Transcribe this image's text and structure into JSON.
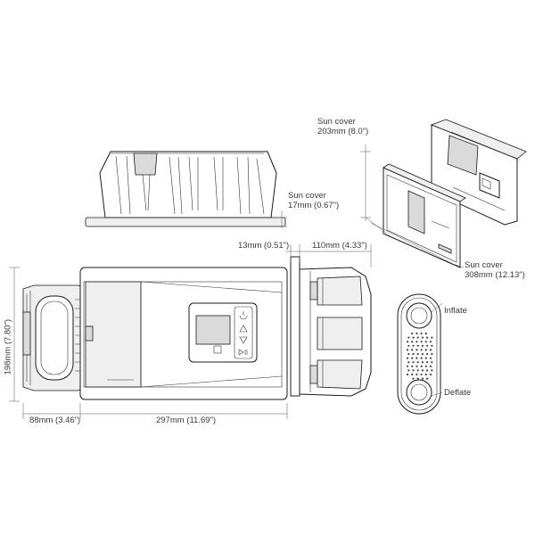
{
  "labels": {
    "sun_cover_203_title": "Sun cover",
    "sun_cover_203_value": "203mm (8.0\")",
    "sun_cover_17_title": "Sun cover",
    "sun_cover_17_value": "17mm (0.67\")",
    "dim_13": "13mm (0.51\")",
    "dim_110": "110mm (4.33\")",
    "sun_cover_308_title": "Sun cover",
    "sun_cover_308_value": "308mm (12.13\")",
    "dim_198": "198mm (7.80\")",
    "dim_88": "88mm (3.46\")",
    "dim_297": "297mm (11.69\")",
    "inflate": "Inflate",
    "deflate": "Deflate"
  },
  "control_panel": {
    "buttons": [
      "power-icon",
      "up-triangle-icon",
      "down-triangle-icon",
      "play-pause-icon"
    ]
  }
}
